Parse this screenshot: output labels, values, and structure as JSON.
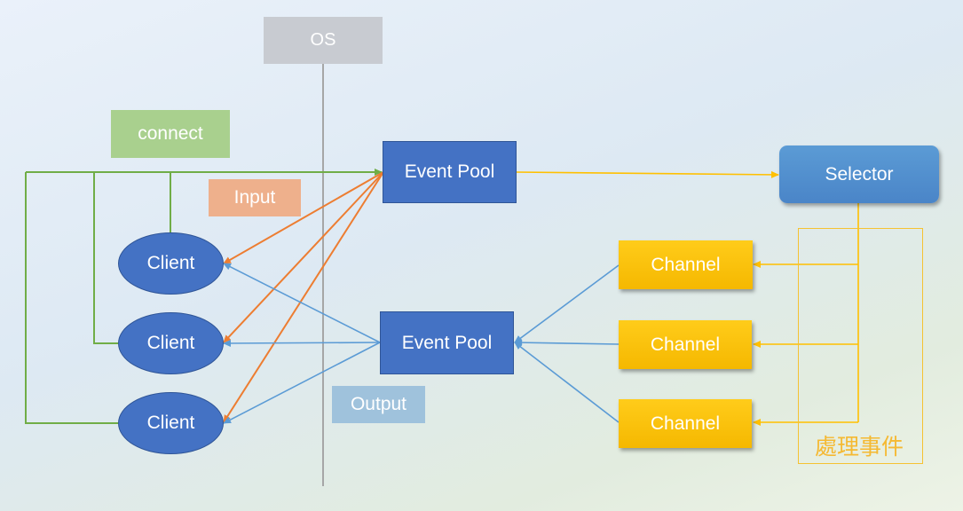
{
  "labels": {
    "os": "OS",
    "connect": "connect",
    "input": "Input",
    "output": "Output",
    "event_pool_input": "Event Pool",
    "event_pool_output": "Event Pool",
    "selector": "Selector",
    "clients": [
      "Client",
      "Client",
      "Client"
    ],
    "channels": [
      "Channel",
      "Channel",
      "Channel"
    ],
    "handle_events": "處理事件"
  },
  "colors": {
    "connect_line": "#70ad47",
    "input_arrow": "#ed7d31",
    "output_arrow": "#5b9bd5",
    "selector_arrow": "#ffc000",
    "os_line": "#a6a6a6"
  }
}
